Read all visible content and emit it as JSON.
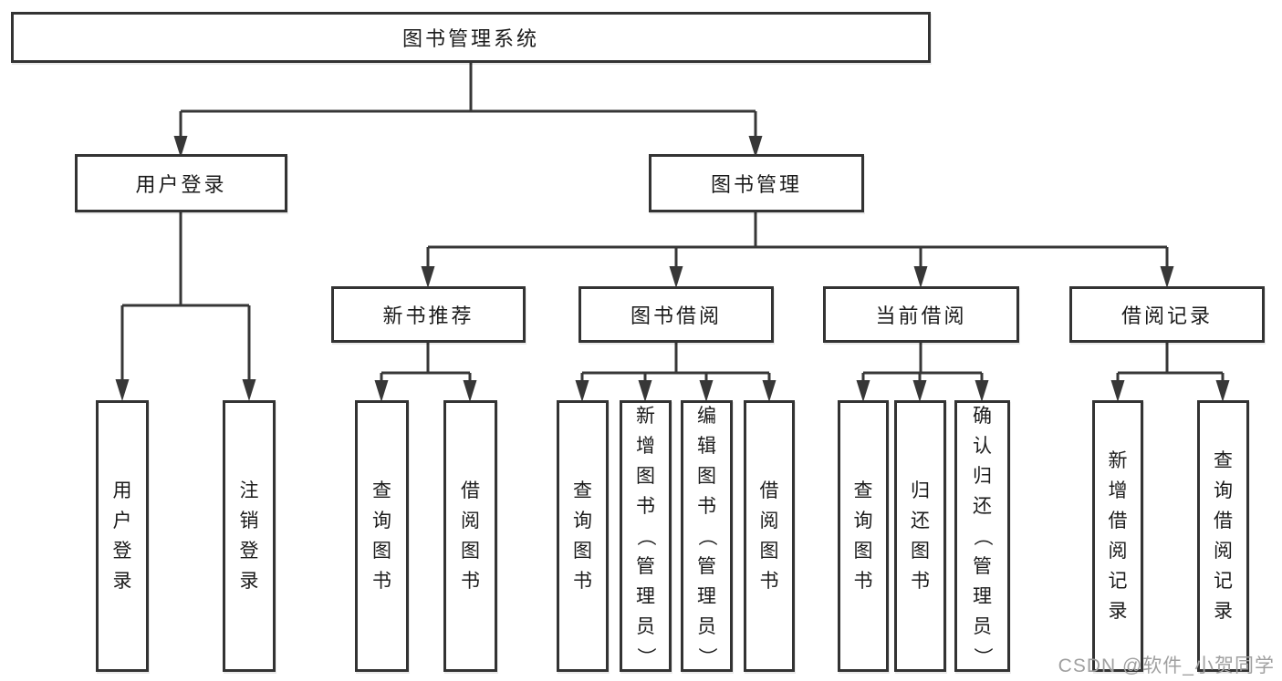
{
  "nodes": {
    "root": {
      "label": "图书管理系统"
    },
    "user_login": {
      "label": "用户登录"
    },
    "book_mgmt": {
      "label": "图书管理"
    },
    "new_book_rec": {
      "label": "新书推荐"
    },
    "book_borrow": {
      "label": "图书借阅"
    },
    "current_borrow": {
      "label": "当前借阅"
    },
    "borrow_record": {
      "label": "借阅记录"
    },
    "ul_user_login": {
      "label": "用户登录"
    },
    "ul_logout": {
      "label": "注销登录"
    },
    "nr_query_book": {
      "label": "查询图书"
    },
    "nr_borrow_book": {
      "label": "借阅图书"
    },
    "bb_query_book": {
      "label": "查询图书"
    },
    "bb_add_book": {
      "label": "新增图书（管理员）"
    },
    "bb_edit_book": {
      "label": "编辑图书（管理员）"
    },
    "bb_borrow_book": {
      "label": "借阅图书"
    },
    "cb_query_book": {
      "label": "查询图书"
    },
    "cb_return_book": {
      "label": "归还图书"
    },
    "cb_confirm_return": {
      "label": "确认归还（管理员）"
    },
    "br_add_record": {
      "label": "新增借阅记录"
    },
    "br_query_record": {
      "label": "查询借阅记录"
    }
  },
  "hierarchy": {
    "图书管理系统": {
      "用户登录": [
        "用户登录",
        "注销登录"
      ],
      "图书管理": {
        "新书推荐": [
          "查询图书",
          "借阅图书"
        ],
        "图书借阅": [
          "查询图书",
          "新增图书（管理员）",
          "编辑图书（管理员）",
          "借阅图书"
        ],
        "当前借阅": [
          "查询图书",
          "归还图书",
          "确认归还（管理员）"
        ],
        "借阅记录": [
          "新增借阅记录",
          "查询借阅记录"
        ]
      }
    }
  },
  "watermark": {
    "text": "CSDN @软件_小贺同学"
  },
  "colors": {
    "line": "#373737",
    "border": "#333333",
    "text": "#1b1b1b",
    "watermark": "#a0a0a0",
    "background": "#ffffff"
  }
}
